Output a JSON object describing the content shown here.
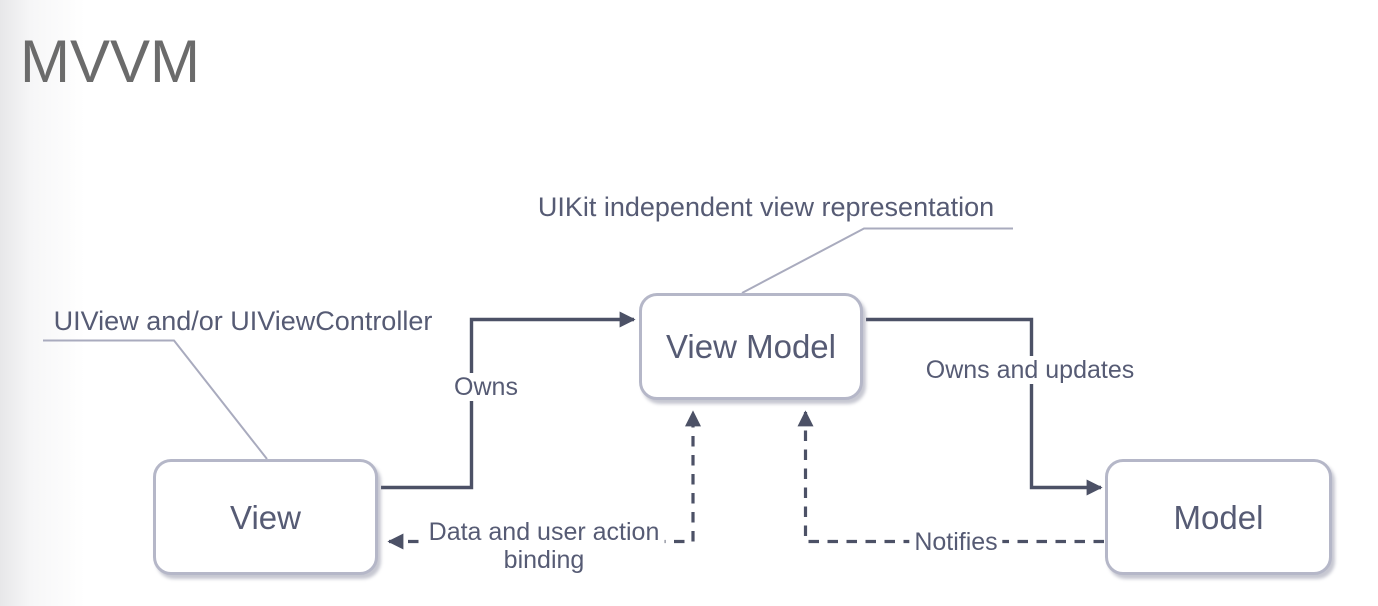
{
  "title": "MVVM",
  "nodes": {
    "view": {
      "label": "View"
    },
    "view_model": {
      "label": "View Model"
    },
    "model": {
      "label": "Model"
    }
  },
  "edges": {
    "owns": {
      "label": "Owns",
      "style": "solid",
      "from": "view",
      "to": "view_model"
    },
    "owns_and_updates": {
      "label": "Owns and updates",
      "style": "solid",
      "from": "view_model",
      "to": "model"
    },
    "binding": {
      "label_line1": "Data and user action",
      "label_line2": "binding",
      "style": "dashed",
      "from": "view_model",
      "to": "view",
      "bidirectional": true
    },
    "notifies": {
      "label": "Notifies",
      "style": "dashed",
      "from": "model",
      "to": "view_model"
    }
  },
  "annotations": {
    "uikit_note": {
      "text": "UIKit independent view representation",
      "target": "view_model"
    },
    "uiview_note": {
      "text": "UIView and/or UIViewController",
      "target": "view"
    }
  },
  "colors": {
    "background": "#ffffff",
    "title_text": "#6b6b6b",
    "text": "#565b74",
    "line": "#4c5166",
    "box_border": "#b5b7c8",
    "box_fill": "#ffffff",
    "callout_line": "#a9abbe"
  }
}
